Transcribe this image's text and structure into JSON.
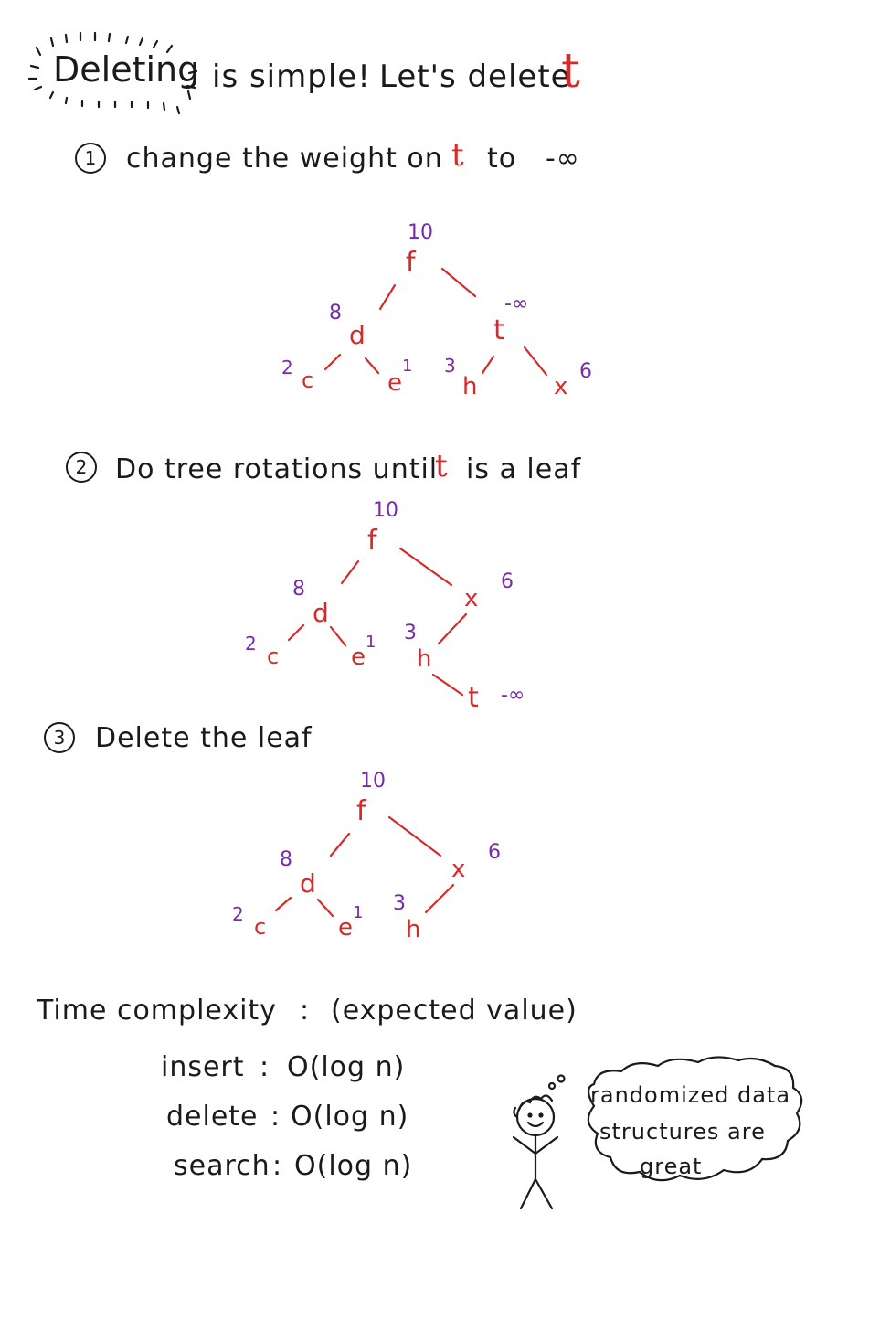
{
  "title": {
    "highlight": "Deleting",
    "rest": "is simple!",
    "lead": "Let's delete",
    "target": "t"
  },
  "steps": [
    {
      "number": "1",
      "text_a": "change the weight on",
      "target": "t",
      "text_b": "to",
      "value": "-∞"
    },
    {
      "number": "2",
      "text_a": "Do tree rotations until",
      "target": "t",
      "text_b": "is a leaf"
    },
    {
      "number": "3",
      "text_a": "Delete the leaf"
    }
  ],
  "trees": [
    {
      "nodes": [
        {
          "label": "f",
          "weight": "10"
        },
        {
          "label": "d",
          "weight": "8"
        },
        {
          "label": "t",
          "weight": "-∞"
        },
        {
          "label": "c",
          "weight": "2"
        },
        {
          "label": "e",
          "weight": "1"
        },
        {
          "label": "h",
          "weight": "3"
        },
        {
          "label": "x",
          "weight": "6"
        }
      ]
    },
    {
      "nodes": [
        {
          "label": "f",
          "weight": "10"
        },
        {
          "label": "d",
          "weight": "8"
        },
        {
          "label": "x",
          "weight": "6"
        },
        {
          "label": "c",
          "weight": "2"
        },
        {
          "label": "e",
          "weight": "1"
        },
        {
          "label": "h",
          "weight": "3"
        },
        {
          "label": "t",
          "weight": "-∞"
        }
      ]
    },
    {
      "nodes": [
        {
          "label": "f",
          "weight": "10"
        },
        {
          "label": "d",
          "weight": "8"
        },
        {
          "label": "x",
          "weight": "6"
        },
        {
          "label": "c",
          "weight": "2"
        },
        {
          "label": "e",
          "weight": "1"
        },
        {
          "label": "h",
          "weight": "3"
        }
      ]
    }
  ],
  "complexity": {
    "heading": "Time complexity",
    "note": "(expected value)",
    "rows": [
      {
        "op": "insert",
        "value": "O(log n)"
      },
      {
        "op": "delete",
        "value": "O(log n)"
      },
      {
        "op": "search",
        "value": "O(log n)"
      }
    ]
  },
  "speech": {
    "line1": "randomized data",
    "line2": "structures are",
    "line3": "great"
  },
  "colors": {
    "ink": "#1a1a1a",
    "node": "#d62a2a",
    "weight": "#7a2aa8"
  }
}
